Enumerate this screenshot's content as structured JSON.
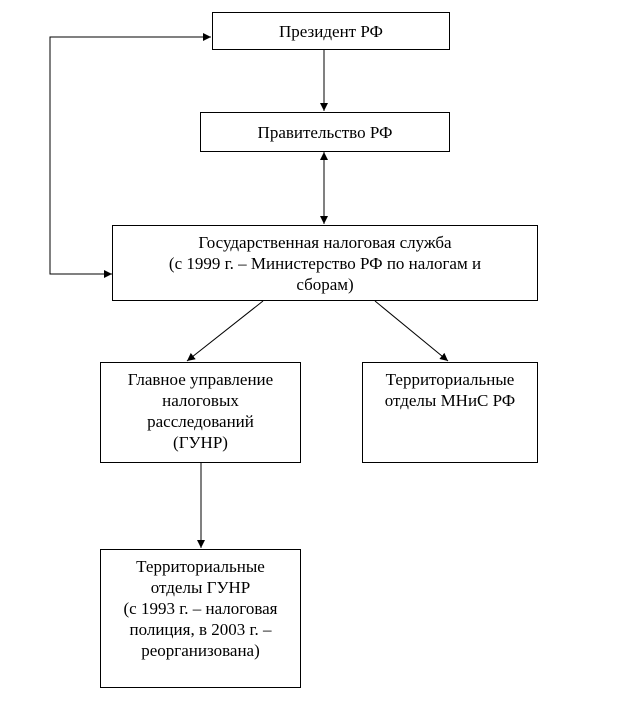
{
  "nodes": {
    "president": {
      "lines": [
        "Президент РФ"
      ]
    },
    "government": {
      "lines": [
        "Правительство РФ"
      ]
    },
    "tax_service": {
      "lines": [
        "Государственная налоговая служба",
        "(с 1999 г. – Министерство РФ по налогам и",
        "сборам)"
      ]
    },
    "gunr": {
      "lines": [
        "Главное управление",
        "налоговых",
        "расследований",
        "(ГУНР)"
      ]
    },
    "territorial_mns": {
      "lines": [
        "Территориальные",
        "отделы МНиС РФ"
      ]
    },
    "territorial_gunr": {
      "lines": [
        "Территориальные",
        "отделы ГУНР",
        "(с 1993 г. – налоговая",
        "полиция, в 2003 г. –",
        "реорганизована)"
      ]
    }
  },
  "edges": [
    {
      "from": "president",
      "to": "government",
      "arrow": "end"
    },
    {
      "from": "government",
      "to": "tax_service",
      "arrow": "both"
    },
    {
      "from": "tax_service",
      "to": "president",
      "arrow": "both",
      "route": "left-loop"
    },
    {
      "from": "tax_service",
      "to": "gunr",
      "arrow": "end"
    },
    {
      "from": "tax_service",
      "to": "territorial_mns",
      "arrow": "end"
    },
    {
      "from": "gunr",
      "to": "territorial_gunr",
      "arrow": "end"
    }
  ]
}
